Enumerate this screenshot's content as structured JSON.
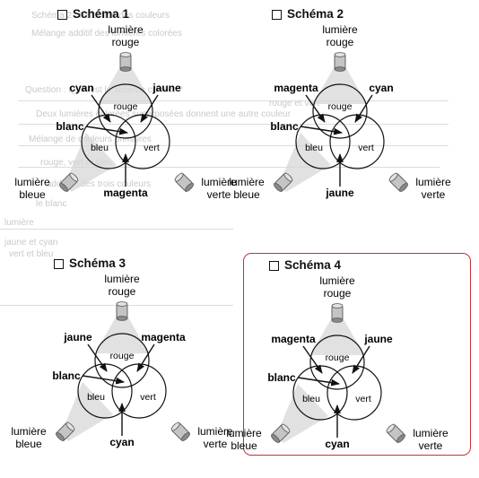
{
  "background": {
    "fragments": [
      "Schéma 2 : Sélection des couleurs",
      "Mélange additif des lumières colorées",
      "Question : Quel est le schéma correct ?",
      "Deux lumières colorées superposées donnent une autre couleur",
      "Mélange de couleurs primaires",
      "rouge, vert et bleu",
      "addition des trois couleurs",
      "le blanc",
      "lumière",
      "jaune et cyan",
      "vert et bleu",
      "rouge et vert"
    ]
  },
  "schemas": [
    {
      "title": "Schéma 1",
      "light_top": [
        "lumière",
        "rouge"
      ],
      "light_left": [
        "lumière",
        "bleue"
      ],
      "light_right": [
        "lumière",
        "verte"
      ],
      "circle_top": "rouge",
      "circle_left": "bleu",
      "circle_right": "vert",
      "arrow_tl": "cyan",
      "arrow_tr": "jaune",
      "arrow_center": "blanc",
      "arrow_bottom": "magenta",
      "selected": false
    },
    {
      "title": "Schéma 2",
      "light_top": [
        "lumière",
        "rouge"
      ],
      "light_left": [
        "lumière",
        "bleue"
      ],
      "light_right": [
        "lumière",
        "verte"
      ],
      "circle_top": "rouge",
      "circle_left": "bleu",
      "circle_right": "vert",
      "arrow_tl": "magenta",
      "arrow_tr": "cyan",
      "arrow_center": "blanc",
      "arrow_bottom": "jaune",
      "selected": false
    },
    {
      "title": "Schéma 3",
      "light_top": [
        "lumière",
        "rouge"
      ],
      "light_left": [
        "lumière",
        "bleue"
      ],
      "light_right": [
        "lumière",
        "verte"
      ],
      "circle_top": "rouge",
      "circle_left": "bleu",
      "circle_right": "vert",
      "arrow_tl": "jaune",
      "arrow_tr": "magenta",
      "arrow_center": "blanc",
      "arrow_bottom": "cyan",
      "selected": false
    },
    {
      "title": "Schéma 4",
      "light_top": [
        "lumière",
        "rouge"
      ],
      "light_left": [
        "lumière",
        "bleue"
      ],
      "light_right": [
        "lumière",
        "verte"
      ],
      "circle_top": "rouge",
      "circle_left": "bleu",
      "circle_right": "vert",
      "arrow_tl": "magenta",
      "arrow_tr": "jaune",
      "arrow_center": "blanc",
      "arrow_bottom": "cyan",
      "selected": true
    }
  ],
  "colors": {
    "highlight": "#c4323a",
    "ink": "#111111",
    "beam": "#d7d7d7",
    "lamp": "#b5b5b5"
  }
}
